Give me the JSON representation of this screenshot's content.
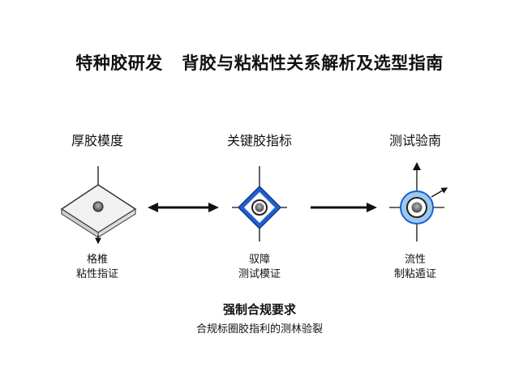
{
  "title": "特种胶研发   背胶与粘粘性关系解析及选型指南",
  "columns": [
    {
      "heading": "厚胶模度",
      "footer_line1": "格椎",
      "footer_line2": "粘性指证"
    },
    {
      "heading": "关键胶指标",
      "footer_line1": "驭障",
      "footer_line2": "测试模证"
    },
    {
      "heading": "测试验南",
      "footer_line1": "流性",
      "footer_line2": "制粘遁证"
    }
  ],
  "footer": {
    "title": "强制合规要求",
    "subtitle": "合规标圈胶指利的测林验裂"
  },
  "colors": {
    "accent_blue": "#1f5fd0",
    "ring_light_blue": "#9ec9ef",
    "arrow_black": "#111111",
    "plate_gray": "#e9e9e9"
  },
  "icons": [
    "diamond-plate-icon",
    "blue-diamond-target-icon",
    "target-crosshair-icon"
  ]
}
